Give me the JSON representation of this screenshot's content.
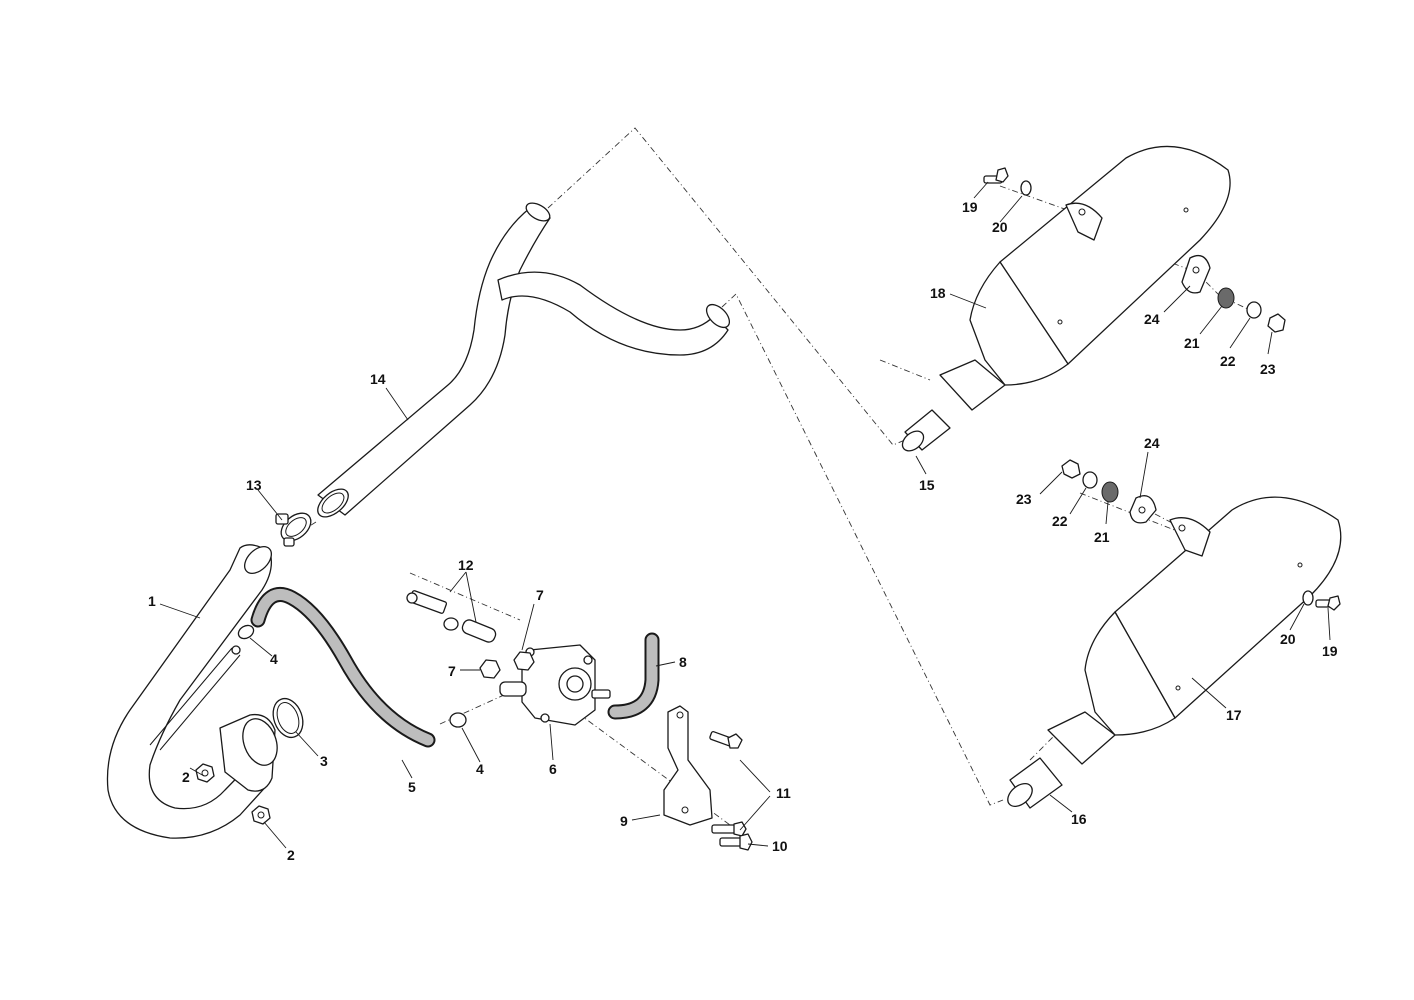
{
  "diagram": {
    "callouts": [
      {
        "id": "c1",
        "text": "1"
      },
      {
        "id": "c2a",
        "text": "2"
      },
      {
        "id": "c2b",
        "text": "2"
      },
      {
        "id": "c3",
        "text": "3"
      },
      {
        "id": "c4a",
        "text": "4"
      },
      {
        "id": "c4b",
        "text": "4"
      },
      {
        "id": "c5",
        "text": "5"
      },
      {
        "id": "c6",
        "text": "6"
      },
      {
        "id": "c7a",
        "text": "7"
      },
      {
        "id": "c7b",
        "text": "7"
      },
      {
        "id": "c8",
        "text": "8"
      },
      {
        "id": "c9",
        "text": "9"
      },
      {
        "id": "c10",
        "text": "10"
      },
      {
        "id": "c11",
        "text": "11"
      },
      {
        "id": "c12",
        "text": "12"
      },
      {
        "id": "c13",
        "text": "13"
      },
      {
        "id": "c14",
        "text": "14"
      },
      {
        "id": "c15",
        "text": "15"
      },
      {
        "id": "c16",
        "text": "16"
      },
      {
        "id": "c17",
        "text": "17"
      },
      {
        "id": "c18",
        "text": "18"
      },
      {
        "id": "c19a",
        "text": "19"
      },
      {
        "id": "c19b",
        "text": "19"
      },
      {
        "id": "c20a",
        "text": "20"
      },
      {
        "id": "c20b",
        "text": "20"
      },
      {
        "id": "c21a",
        "text": "21"
      },
      {
        "id": "c21b",
        "text": "21"
      },
      {
        "id": "c22a",
        "text": "22"
      },
      {
        "id": "c22b",
        "text": "22"
      },
      {
        "id": "c23a",
        "text": "23"
      },
      {
        "id": "c23b",
        "text": "23"
      },
      {
        "id": "c24a",
        "text": "24"
      },
      {
        "id": "c24b",
        "text": "24"
      }
    ]
  }
}
